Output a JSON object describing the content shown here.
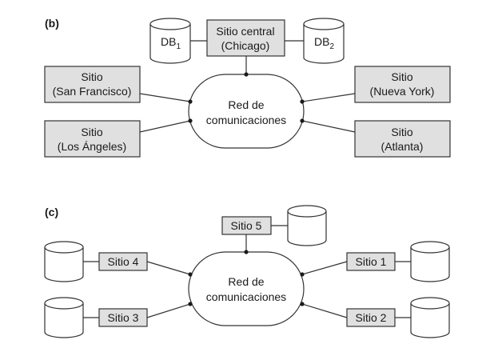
{
  "panel_b": {
    "label": "(b)",
    "db1": {
      "main": "DB",
      "sub": "1"
    },
    "db2": {
      "main": "DB",
      "sub": "2"
    },
    "central_line1": "Sitio central",
    "central_line2": "(Chicago)",
    "sf_line1": "Sitio",
    "sf_line2": "(San Francisco)",
    "la_line1": "Sitio",
    "la_line2": "(Los Ángeles)",
    "ny_line1": "Sitio",
    "ny_line2": "(Nueva York)",
    "at_line1": "Sitio",
    "at_line2": "(Atlanta)",
    "network_line1": "Red de",
    "network_line2": "comunicaciones"
  },
  "panel_c": {
    "label": "(c)",
    "site1": "Sitio 1",
    "site2": "Sitio 2",
    "site3": "Sitio 3",
    "site4": "Sitio 4",
    "site5": "Sitio 5",
    "network_line1": "Red de",
    "network_line2": "comunicaciones"
  }
}
